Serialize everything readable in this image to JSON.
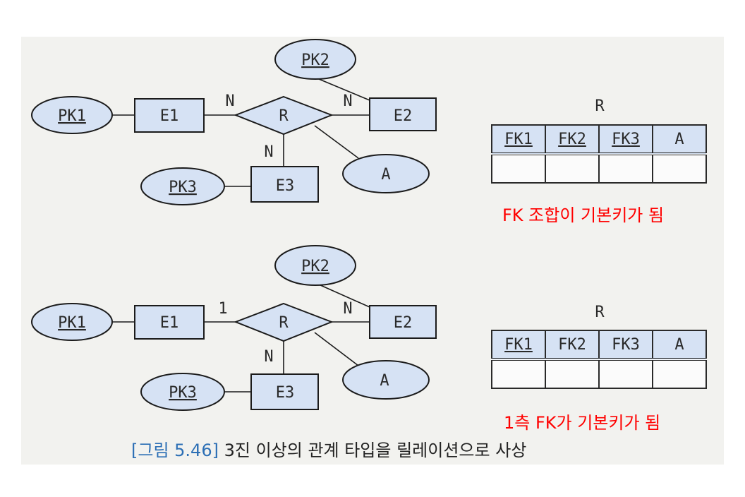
{
  "top": {
    "pk1": "PK1",
    "e1": "E1",
    "card_e1": "N",
    "r": "R",
    "card_e2": "N",
    "pk2": "PK2",
    "e2": "E2",
    "card_e3": "N",
    "e3": "E3",
    "pk3": "PK3",
    "a": "A",
    "table_title": "R",
    "columns": [
      {
        "label": "FK1",
        "key": true
      },
      {
        "label": "FK2",
        "key": true
      },
      {
        "label": "FK3",
        "key": true
      },
      {
        "label": "A",
        "key": false
      }
    ],
    "note": "FK 조합이 기본키가 됨"
  },
  "bottom": {
    "pk1": "PK1",
    "e1": "E1",
    "card_e1": "1",
    "r": "R",
    "card_e2": "N",
    "pk2": "PK2",
    "e2": "E2",
    "card_e3": "N",
    "e3": "E3",
    "pk3": "PK3",
    "a": "A",
    "table_title": "R",
    "columns": [
      {
        "label": "FK1",
        "key": true
      },
      {
        "label": "FK2",
        "key": false
      },
      {
        "label": "FK3",
        "key": false
      },
      {
        "label": "A",
        "key": false
      }
    ],
    "note": "1측 FK가 기본키가 됨"
  },
  "caption": {
    "label": "[그림 5.46]",
    "text": "3진 이상의 관계 타입을 릴레이션으로 사상"
  },
  "colors": {
    "shape_fill": "#d6e2f4",
    "note_red": "#ff0000",
    "caption_blue": "#2c6fb5",
    "panel_bg": "#f2f2ef"
  }
}
